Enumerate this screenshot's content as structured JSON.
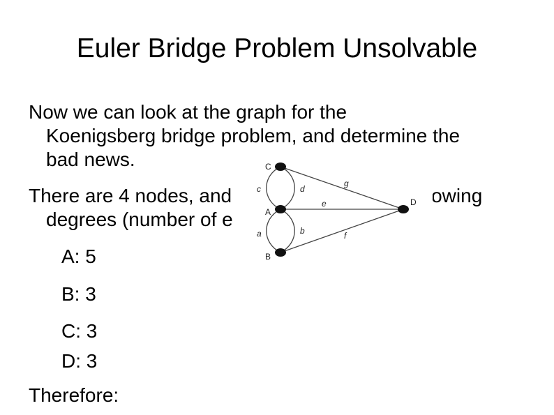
{
  "slide": {
    "title": "Euler Bridge Problem Unsolvable",
    "para1_line1": "Now we can look at the graph for the",
    "para1_line2": "Koenigsberg bridge problem, and determine the",
    "para1_line3": "bad news.",
    "para2_line1": "There are 4 nodes, and",
    "para2_line1_end": "ollowing",
    "para2_line2": "degrees (number of e",
    "degrees": [
      "A: 5",
      "B: 3",
      "C: 3",
      "D: 3"
    ],
    "conclusion": "Therefore:"
  },
  "graph": {
    "nodes": [
      "A",
      "B",
      "C",
      "D"
    ],
    "edge_labels": [
      "a",
      "b",
      "c",
      "d",
      "e",
      "f",
      "g"
    ]
  }
}
